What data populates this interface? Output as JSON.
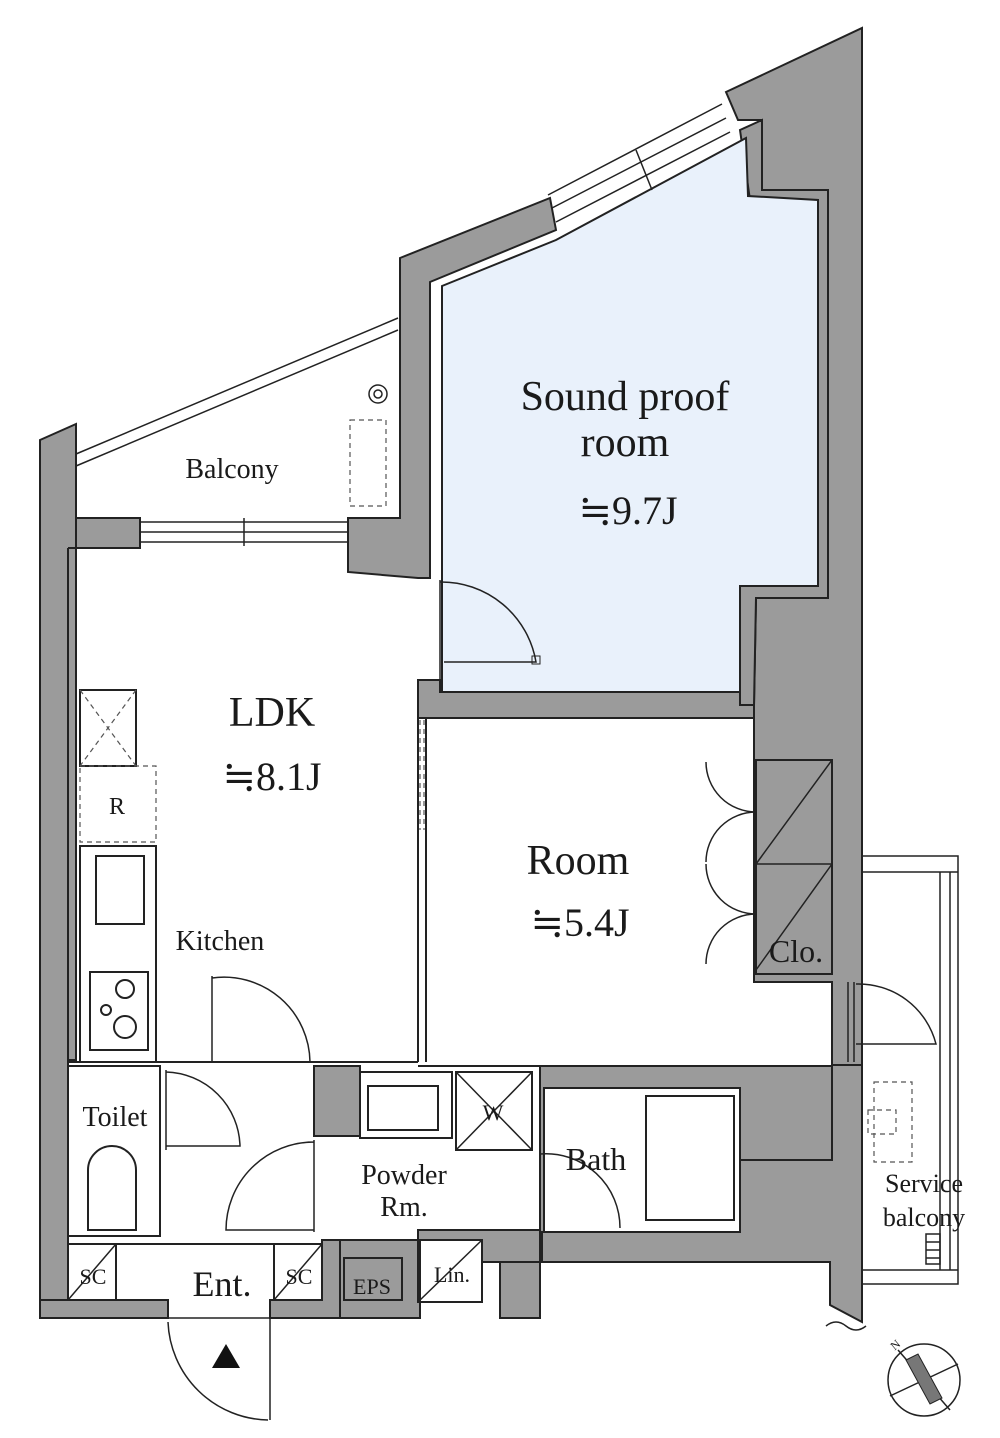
{
  "rooms": {
    "sound_proof": {
      "line1": "Sound proof",
      "line2": "room",
      "area": "≒9.7J",
      "fill": "#e9f1fb"
    },
    "ldk": {
      "name": "LDK",
      "area": "≒8.1J"
    },
    "room": {
      "name": "Room",
      "area": "≒5.4J"
    },
    "balcony": "Balcony",
    "kitchen": "Kitchen",
    "refrigerator": "R",
    "closet": "Clo.",
    "toilet": "Toilet",
    "powder_line1": "Powder",
    "powder_line2": "Rm.",
    "washer": "W",
    "bath": "Bath",
    "service_line1": "Service",
    "service_line2": "balcony",
    "entrance": "Ent.",
    "shoe_closet_left": "SC",
    "shoe_closet_right": "SC",
    "eps": "EPS",
    "linen": "Lin."
  },
  "compass": {
    "north": "N"
  },
  "colors": {
    "wall": "#9b9b9b",
    "line": "#222222",
    "sound_proof_fill": "#e9f1fb"
  }
}
